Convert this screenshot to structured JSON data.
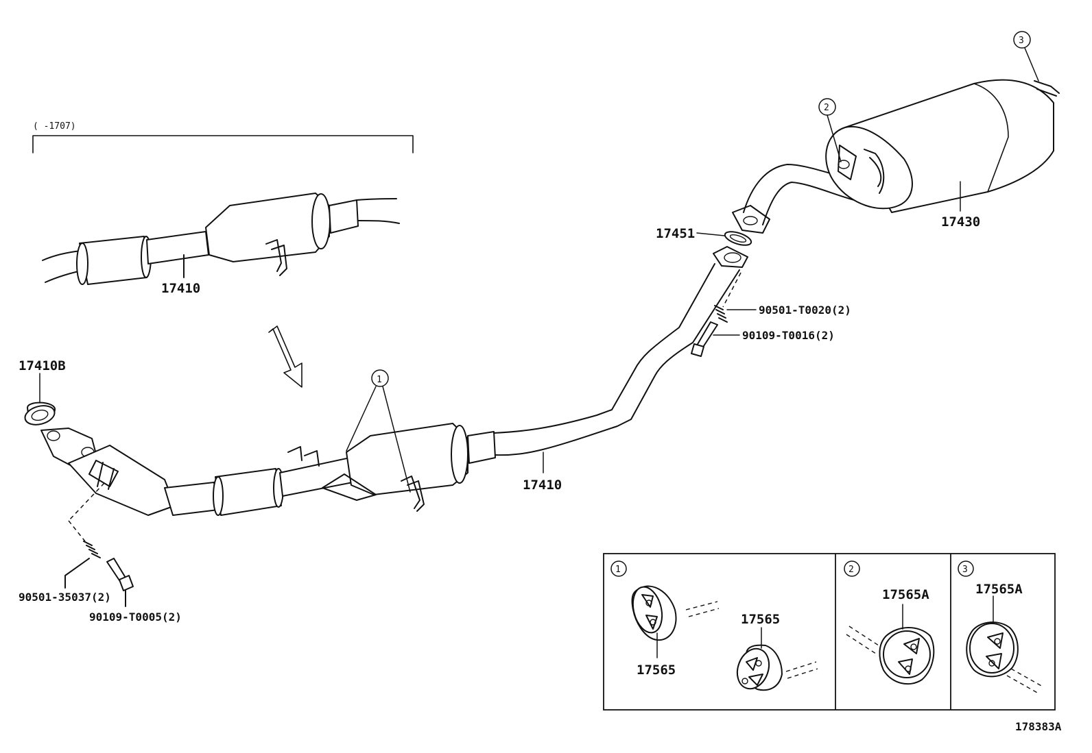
{
  "header": {
    "bracket_label": "(      -1707)"
  },
  "callouts": {
    "top_pipe": "17410",
    "gasket_front": "17410B",
    "front_pipe": "17410",
    "gasket_mid": "17451",
    "muffler": "17430",
    "spring_front": "90501-35037(2)",
    "bolt_front": "90109-T0005(2)",
    "spring_rear": "90501-T0020(2)",
    "bolt_rear": "90109-T0016(2)",
    "ref1": "1",
    "ref2": "2",
    "ref3": "3"
  },
  "inset": {
    "panel1": {
      "num": "1",
      "part_a": "17565",
      "part_b": "17565"
    },
    "panel2": {
      "num": "2",
      "part": "17565A"
    },
    "panel3": {
      "num": "3",
      "part": "17565A"
    }
  },
  "footer": {
    "figure_code": "178383A"
  }
}
